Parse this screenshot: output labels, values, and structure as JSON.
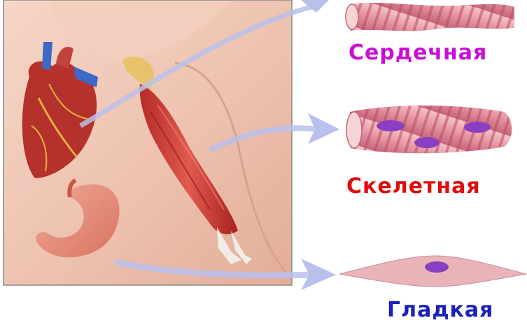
{
  "labels": {
    "cardiac": "Сердечная",
    "skeletal": "Скелетная",
    "smooth": "Гладкая"
  },
  "colors": {
    "cardiac": "#c80fd6",
    "skeletal": "#e00d0d",
    "smooth": "#1b22b8",
    "arrow": "#b9c0ec",
    "skin": "#efc3b0",
    "muscle": "#cf3f3a",
    "fiber": "#dc8790",
    "nucleus": "#8a3fc2"
  },
  "icons": {
    "heart": "heart-illustration",
    "stomach": "stomach-illustration",
    "arm": "arm-muscle-illustration"
  }
}
